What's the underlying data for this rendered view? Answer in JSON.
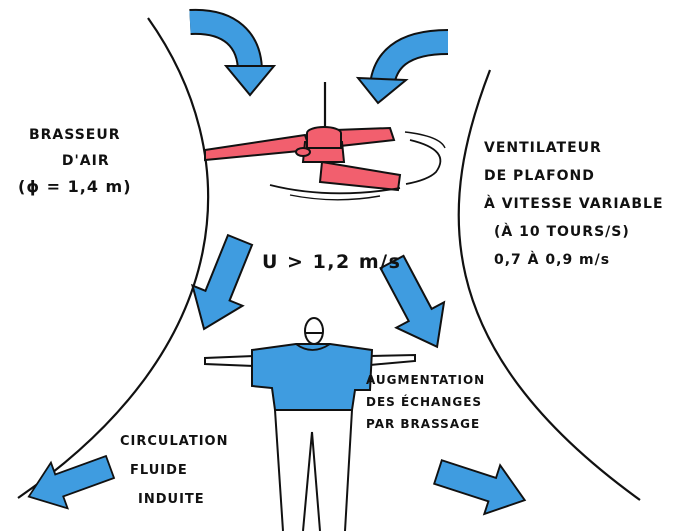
{
  "labels": {
    "brasseur": [
      "BRASSEUR",
      "D'AIR",
      "(ϕ = 1,4 m)"
    ],
    "ventilateur": [
      "VENTILATEUR",
      "DE PLAFOND",
      "À VITESSE VARIABLE",
      "(À 10 TOURS/S)",
      "0,7 À 0,9 m/s"
    ],
    "vitesse": "U > 1,2 m/s",
    "augmentation": [
      "AUGMENTATION",
      "DES ÉCHANGES",
      "PAR BRASSAGE"
    ],
    "circulation": [
      "CIRCULATION",
      "FLUIDE",
      "INDUITE"
    ]
  },
  "colors": {
    "arrow": "#3f9ce0",
    "blade": "#f25f6e",
    "shirt": "#3f9ce0",
    "ink": "#111111"
  },
  "icons": {
    "fan": "ceiling-fan-icon",
    "arrow": "air-flow-arrow-icon",
    "person": "person-icon"
  }
}
